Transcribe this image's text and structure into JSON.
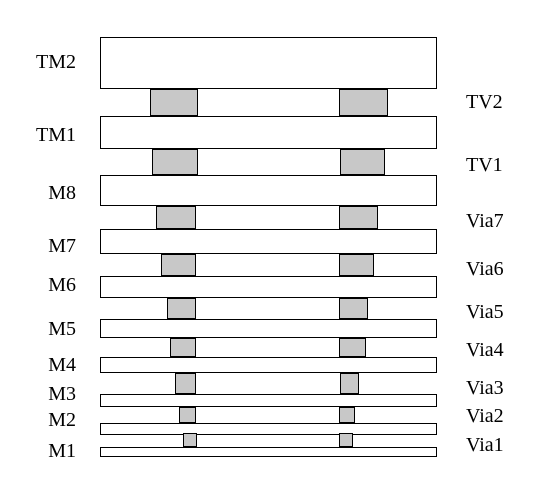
{
  "diagram": {
    "metal_layers": [
      {
        "name": "TM2"
      },
      {
        "name": "TM1"
      },
      {
        "name": "M8"
      },
      {
        "name": "M7"
      },
      {
        "name": "M6"
      },
      {
        "name": "M5"
      },
      {
        "name": "M4"
      },
      {
        "name": "M3"
      },
      {
        "name": "M2"
      },
      {
        "name": "M1"
      }
    ],
    "via_layers": [
      {
        "name": "TV2"
      },
      {
        "name": "TV1"
      },
      {
        "name": "Via7"
      },
      {
        "name": "Via6"
      },
      {
        "name": "Via5"
      },
      {
        "name": "Via4"
      },
      {
        "name": "Via3"
      },
      {
        "name": "Via2"
      },
      {
        "name": "Via1"
      }
    ],
    "colors": {
      "metal_fill": "#ffffff",
      "via_fill": "#c8c8c8",
      "outline": "#000000"
    }
  }
}
